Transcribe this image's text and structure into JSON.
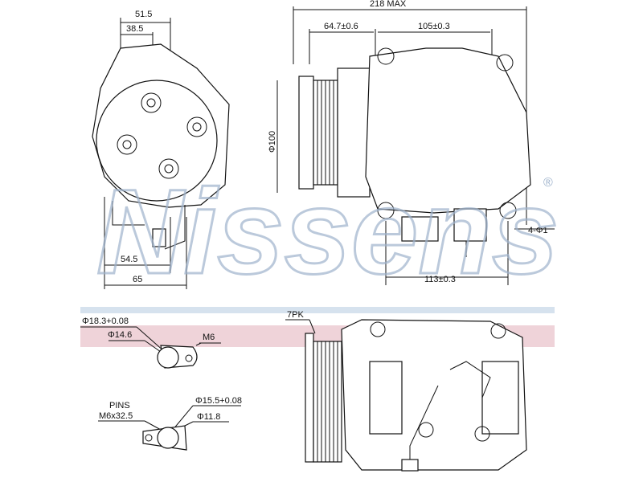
{
  "watermark": {
    "brand": "Nissens",
    "mark": "®"
  },
  "colors": {
    "band_blue": "#d6e2ee",
    "band_pink": "#efd3d9",
    "watermark": "#9fb3cc"
  },
  "front_view": {
    "dim_top_outer": "51.5",
    "dim_top_inner": "38.5",
    "dim_bottom_inner": "54.5",
    "dim_bottom_outer": "65"
  },
  "side_view": {
    "dim_overall": "218 MAX",
    "dim_left": "64.7±0.6",
    "dim_right": "105±0.3",
    "dim_diameter": "Φ100",
    "dim_holes": "4-Φ1",
    "dim_bottom": "113±0.3"
  },
  "port_details": {
    "upper_outer": "Φ18.3+0.08",
    "upper_inner": "Φ14.6",
    "upper_thread": "M6",
    "pins_label": "PINS",
    "pins_size": "M6x32.5",
    "lower_outer": "Φ15.5+0.08",
    "lower_inner": "Φ11.8"
  },
  "pulley": {
    "label": "7PK"
  }
}
